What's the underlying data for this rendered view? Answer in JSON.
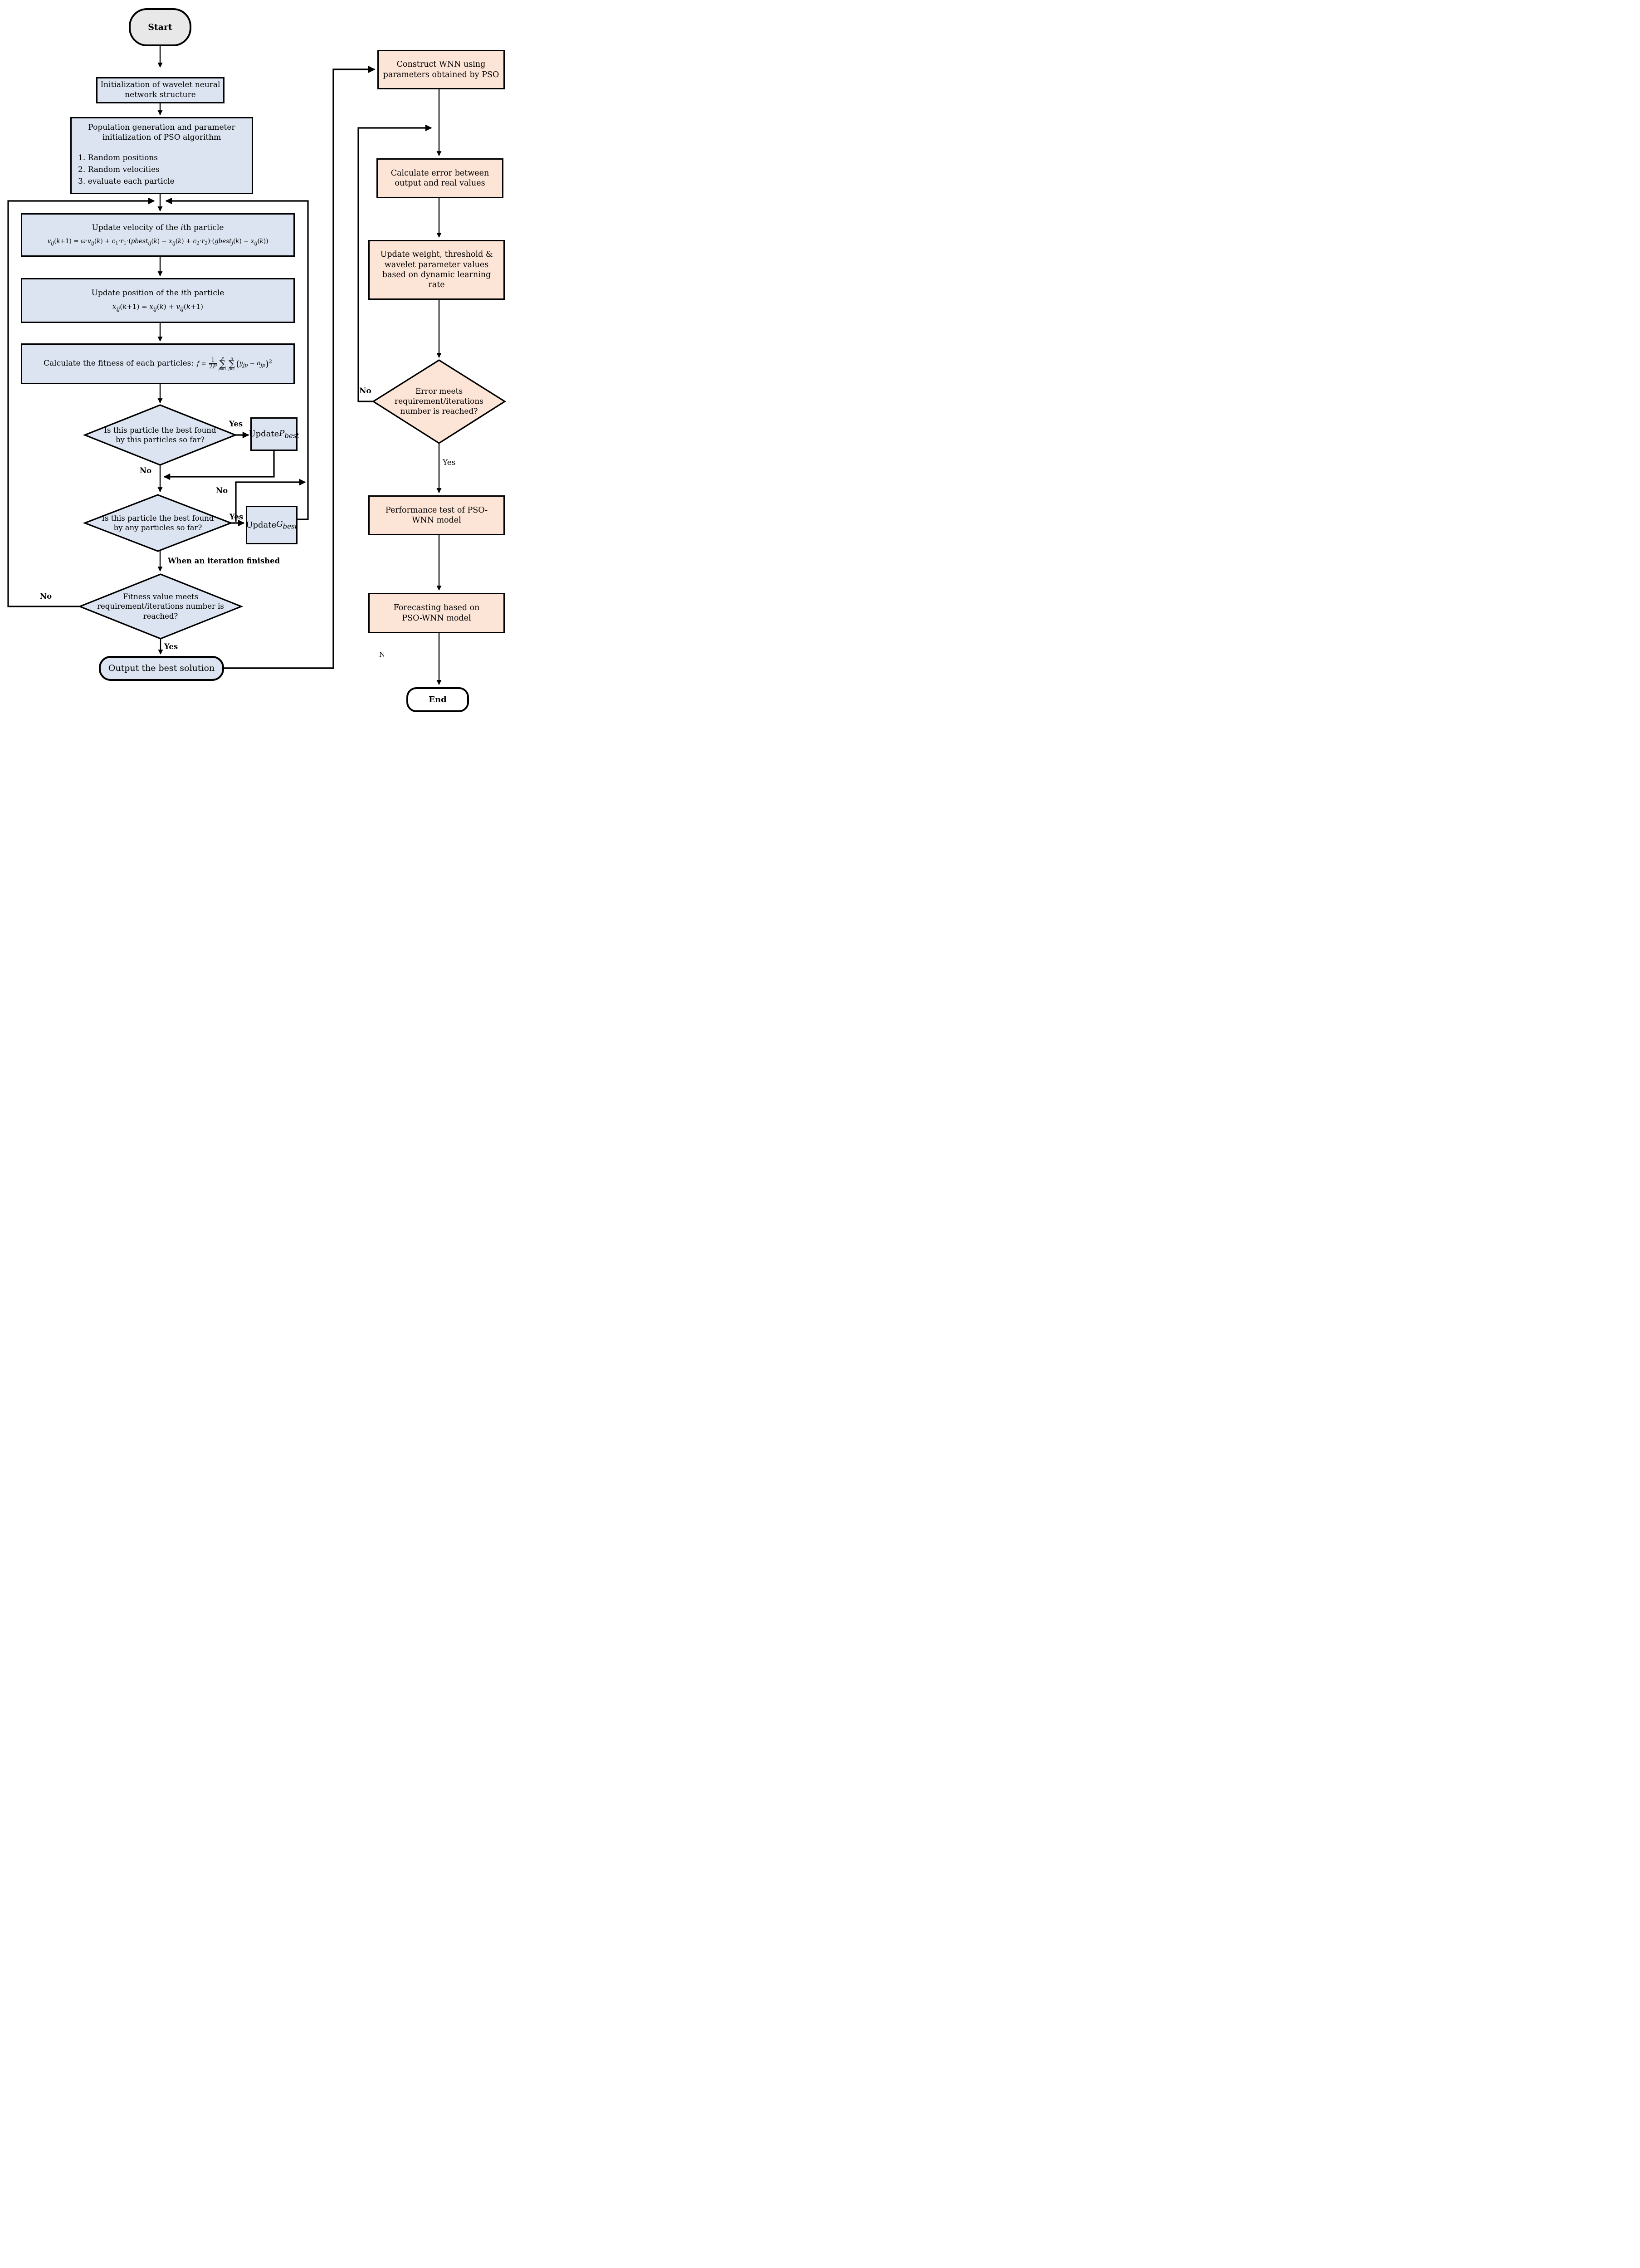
{
  "colors": {
    "process_blue": "#dbe4f0",
    "process_orange": "#fce4d6",
    "terminal_gray": "#e8e8e8",
    "terminal_white": "#ffffff",
    "line": "#000000"
  },
  "diagram": {
    "nodes": {
      "start": {
        "label": "Start"
      },
      "init": {
        "label": "Initialization of wavelet neural network structure"
      },
      "population": {
        "title": "Population generation and parameter initialization of PSO algorithm",
        "items": [
          "1. Random positions",
          "2. Random velocities",
          "3. evaluate each particle"
        ]
      },
      "update_velocity": {
        "title_html": "Update velocity of the <i>i</i>th particle",
        "formula_html": "<i>v<sub>ij</sub></i>(<i>k</i>+1) = <i>ω</i>·<i>v<sub>ij</sub></i>(<i>k</i>) + <i>c</i><sub>1</sub>·<i>r</i><sub>1</sub>·(<i>pbest<sub>ij</sub></i>(<i>k</i>) − <i>x<sub>ij</sub></i>(<i>k</i>) + <i>c</i><sub>2</sub>·<i>r</i><sub>2</sub>)·(<i>gbest<sub>j</sub></i>(<i>k</i>) − <i>x<sub>ij</sub></i>(<i>k</i>))"
      },
      "update_position": {
        "title_html": "Update position of the <i>i</i>th particle",
        "formula_html": "<i>x<sub>ij</sub></i>(<i>k</i>+1) = <i>x<sub>ij</sub></i>(<i>k</i>) + <i>v<sub>ij</sub></i>(<i>k</i>+1)"
      },
      "fitness": {
        "label": "Calculate the fitness of each particles:",
        "formula_html": "<i>f</i> = <span class=\"frac\"><span>1</span><span>2<i>P</i></span></span><span class=\"sig\"><span><i>P</i></span><span>∑</span><span><i>p</i>=1</span></span><span class=\"sig\"><span><i>n</i></span><span>∑</span><span><i>j</i>=1</span></span><span class=\"par\">(</span><i>y<sub>jp</sub></i> − <i>o<sub>jp</sub></i><span class=\"par\">)</span><sup>2</sup>"
      },
      "decision_pbest": {
        "label": "Is this particle the best found by this particles so far?"
      },
      "update_pbest": {
        "label_html": "Update<br><i>P<sub>best</sub></i>"
      },
      "decision_gbest": {
        "label": "Is this particle the best found by any particles so far?"
      },
      "update_gbest": {
        "label_html": "Update<br><i>G<sub>best</sub></i>"
      },
      "decision_fitness": {
        "label": "Fitness value meets requirement/iterations number is reached?"
      },
      "output": {
        "label": "Output the best solution"
      },
      "construct_wnn": {
        "label": "Construct WNN using parameters obtained by PSO"
      },
      "calc_error": {
        "label": "Calculate error between output and real values"
      },
      "update_weights": {
        "label": "Update weight, threshold & wavelet parameter values based on dynamic learning rate"
      },
      "decision_error": {
        "label": "Error meets requirement/iterations number is reached?"
      },
      "performance": {
        "label": "Performance test of PSO-WNN model"
      },
      "forecasting": {
        "label": "Forecasting based on PSO-WNN model"
      },
      "end": {
        "label": "End"
      }
    },
    "edge_labels": {
      "yes_pbest": "Yes",
      "no_pbest": "No",
      "no_gbest": "No",
      "yes_gbest": "Yes",
      "iteration_note": "When an iteration finished",
      "no_fitness": "No",
      "yes_fitness": "Yes",
      "no_error": "No",
      "yes_error": "Yes",
      "stray_n": "N"
    }
  }
}
